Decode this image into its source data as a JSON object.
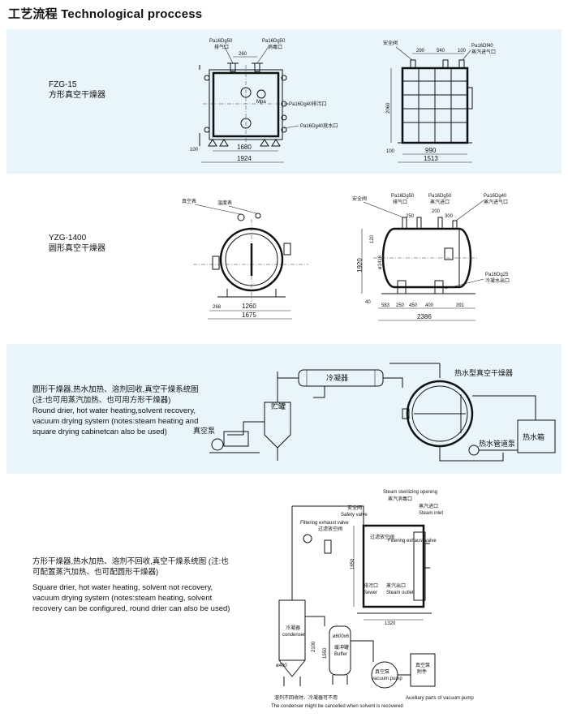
{
  "header": {
    "title": "工艺流程 Technological proccess"
  },
  "fzg": {
    "model": "FZG-15",
    "name": "方形真空干燥器",
    "labels": {
      "exhaust": "Pa16Dg50",
      "exhaust_cn": "排气口",
      "steril": "Pa16Dg50",
      "steril_cn": "消毒口",
      "drain_exhaust": "Pa16Dg40排污口",
      "bottom_water": "Pa16Dg40底水口",
      "safety_valve": "安全阀",
      "steam_inlet": "Pa16Df40",
      "steam_inlet_cn": "蒸汽进气口",
      "mpa": "Mpa"
    },
    "dims": {
      "d260": "260",
      "d1680": "1680",
      "d1924": "1924",
      "d100": "100",
      "d290": "290",
      "d540": "540",
      "d100b": "100",
      "d2060": "2060",
      "d100c": "100",
      "d990": "990",
      "d1513": "1513"
    }
  },
  "yzg": {
    "model": "YZG-1400",
    "name": "圆形真空干燥器",
    "labels": {
      "vacuum_gauge": "真空表",
      "thermometer": "温度表",
      "safety_valve": "安全阀",
      "exhaust": "Pa16Dg50",
      "exhaust_cn": "排气口",
      "steam_inlet": "Pa16Dg50",
      "steam_inlet_cn": "蒸汽进口",
      "steam_in2": "Pa16Dg40",
      "steam_in2_cn": "蒸汽进气口",
      "condensate": "Pa16Dg25",
      "condensate_cn": "冷凝水出口",
      "phi": "ø1416"
    },
    "dims": {
      "d268": "268",
      "d1260": "1260",
      "d1675": "1675",
      "d120": "120",
      "d1920": "1920",
      "d40": "40",
      "d583": "583",
      "d250": "250",
      "d450": "450",
      "d400": "400",
      "d391": "391",
      "d2386": "2386",
      "d250t": "250",
      "d200": "200",
      "d300": "300"
    }
  },
  "flow1": {
    "caption_cn": "圆形干燥器,热水加热、溶剂回收,真空干燥系统图 (注:也可用蒸汽加热、也可用方形干燥器)",
    "caption_en": "Round drier, hot water heating,solvent recovery, vacuum drying system (notes:steam heating and square drying cabinetcan also be used)",
    "labels": {
      "condenser": "冷凝器",
      "receiver": "贮罐",
      "vacuum_pump": "真空泵",
      "hw_dryer": "热水型真空干燥器",
      "hw_pump": "热水管道泵",
      "hw_tank": "热水箱"
    }
  },
  "flow2": {
    "caption_cn": "方形干燥器,热水加热、溶剂不回收,真空干燥系统图 (注:也可配置蒸汽加热、也可配圆形干燥器)",
    "caption_en": "Square drier, hot water heating, solvent not recovery, vacuum drying system (notes:steam heating, solvent recovery can be configured, round drier can also be used)",
    "labels": {
      "steam_steril_en": "Steam sterilizing opening",
      "steam_steril_cn": "蒸汽消毒口",
      "safety_cn": "安全阀",
      "safety_en": "Safety valve",
      "steam_inlet_cn": "蒸汽进口",
      "steam_inlet_en": "Steam inlet",
      "filter_en": "Filtering exhaust valve",
      "filter_cn": "过滤放空阀",
      "filter2_cn": "过滤放空阀",
      "filter2_en": "Filtering exhaust valve",
      "sewer_cn": "排污口",
      "sewer_en": "Sewer",
      "steam_outlet_cn": "蒸汽出口",
      "steam_outlet_en": "Steam outlet",
      "d1850": "1850",
      "d1320": "1320",
      "condenser_cn": "冷凝器",
      "condenser_en": "condenser",
      "d2100": "2100",
      "d1950": "1950",
      "phi400": "ø400",
      "phi600": "ø600x6",
      "buffer_cn": "缓冲罐",
      "buffer_en": "Buffer",
      "vacuum_pump_cn": "真空泵",
      "vacuum_pump_en": "vacuum pump",
      "aux_cn1": "真空泵",
      "aux_cn2": "附件",
      "aux_en": "Auxiliary parts of vacuum pump",
      "note_cn": "溶剂不回收时、冷凝器可不用",
      "note_en": "The condenser might be cancelled when solvent is recovered"
    }
  }
}
